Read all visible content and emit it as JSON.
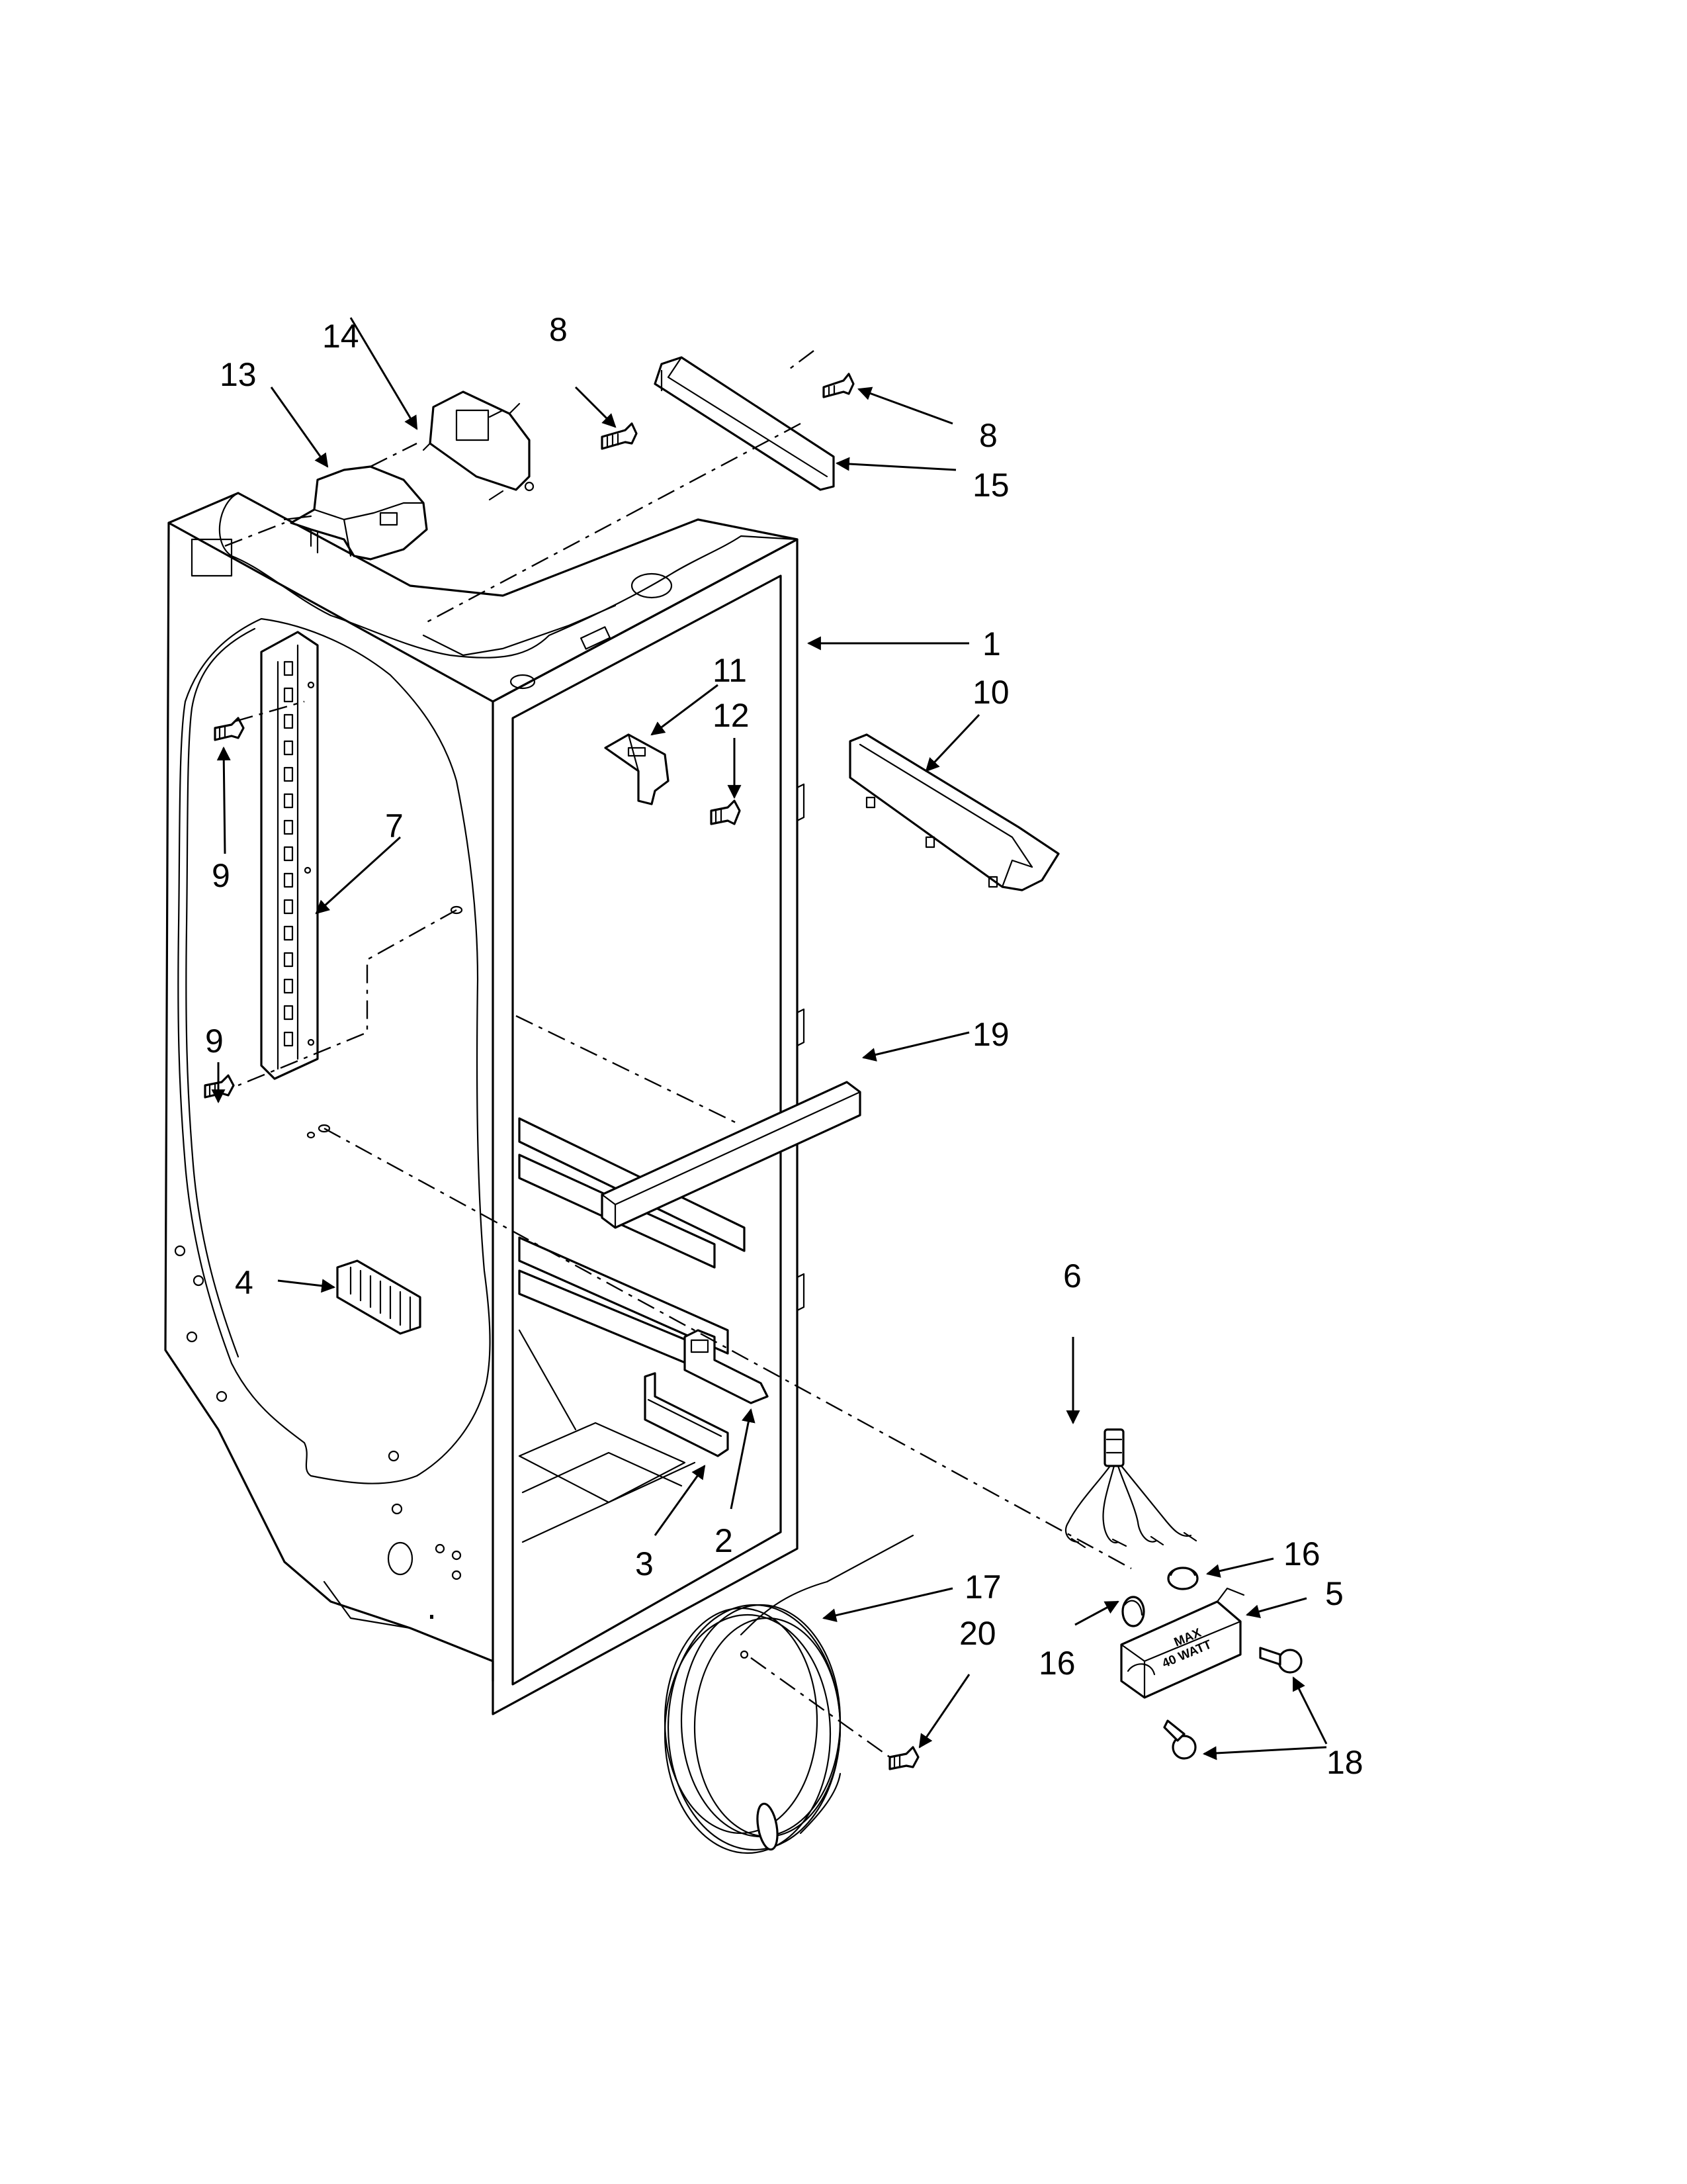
{
  "callouts": {
    "c1": "1",
    "c2": "2",
    "c3": "3",
    "c4": "4",
    "c5": "5",
    "c6": "6",
    "c7": "7",
    "c8a": "8",
    "c8b": "8",
    "c9a": "9",
    "c9b": "9",
    "c10": "10",
    "c11": "11",
    "c12": "12",
    "c13": "13",
    "c14": "14",
    "c15": "15",
    "c16a": "16",
    "c16b": "16",
    "c17": "17",
    "c18": "18",
    "c19": "19",
    "c20": "20"
  },
  "socket_housing": {
    "line1": "MAX",
    "line2": "40 WATT"
  }
}
